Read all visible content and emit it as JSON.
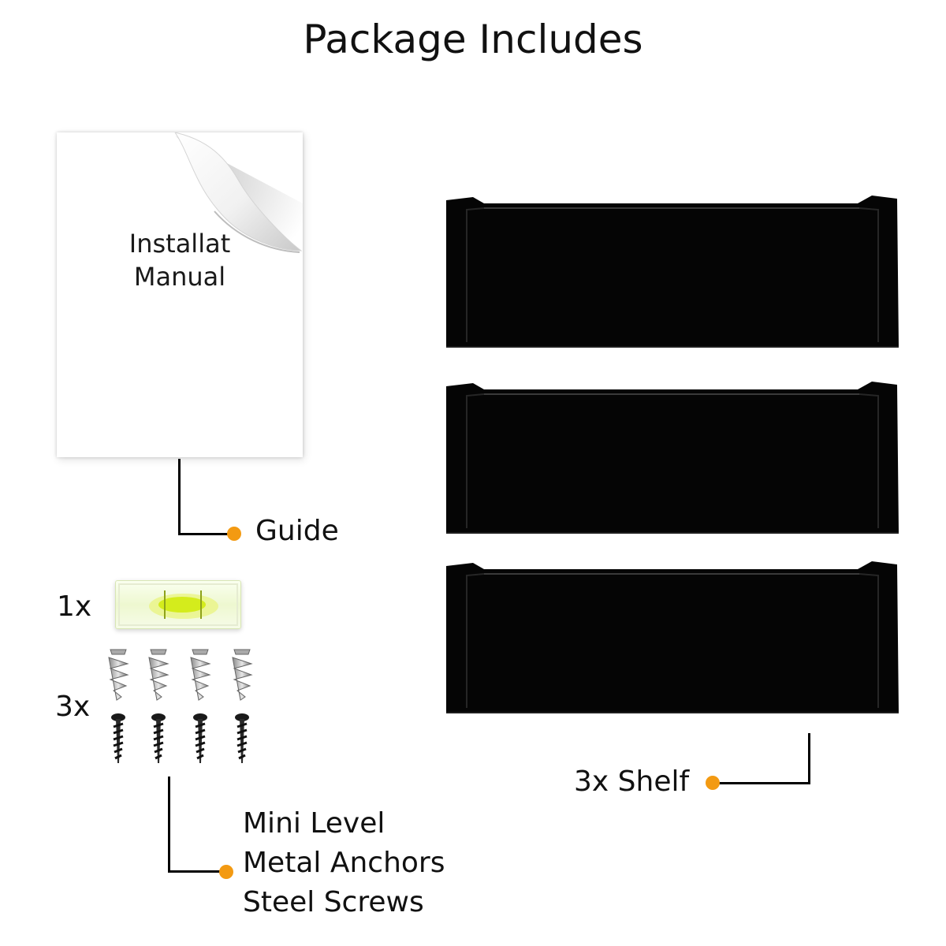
{
  "title": "Package Includes",
  "manual": {
    "lines": "Installat\nManual"
  },
  "guide_label": "Guide",
  "level_qty": "1x",
  "hardware_qty": "3x",
  "hardware_items": [
    "Mini Level",
    "Metal Anchors",
    "Steel Screws"
  ],
  "shelf_label": "3x Shelf",
  "colors": {
    "accent_dot": "#f39a12",
    "shelf": "#050505",
    "text": "#111111"
  },
  "icons": [
    "page-curl-icon",
    "bubble-level-icon",
    "anchor-icon",
    "screw-icon",
    "shelf-icon"
  ]
}
